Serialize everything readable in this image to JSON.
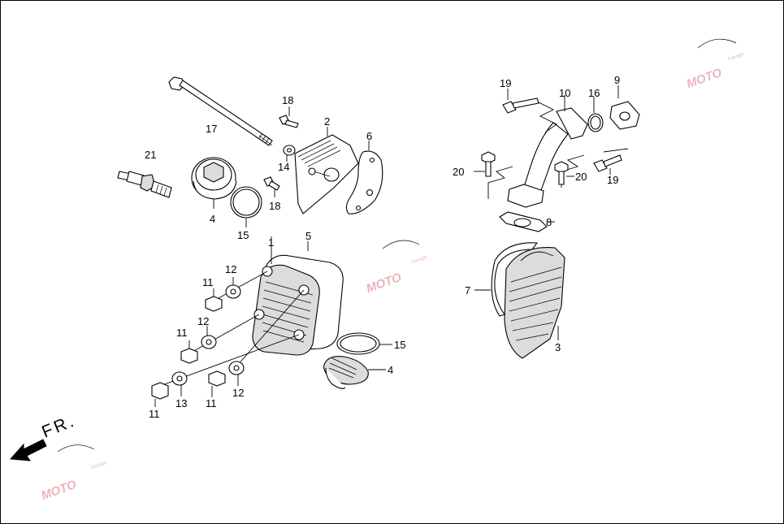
{
  "direction_label": "FR.",
  "callouts": {
    "c1": "1",
    "c2": "2",
    "c3": "3",
    "c4a": "4",
    "c4b": "4",
    "c5": "5",
    "c6": "6",
    "c7": "7",
    "c8": "8",
    "c9": "9",
    "c10": "10",
    "c11a": "11",
    "c11b": "11",
    "c11c": "11",
    "c11d": "11",
    "c12a": "12",
    "c12b": "12",
    "c12c": "12",
    "c13": "13",
    "c14": "14",
    "c15a": "15",
    "c15b": "15",
    "c16": "16",
    "c17": "17",
    "c18a": "18",
    "c18b": "18",
    "c19a": "19",
    "c19b": "19",
    "c20a": "20",
    "c20b": "20",
    "c21": "21"
  },
  "watermark": {
    "text": "MOTO",
    "subtext": "Garage",
    "color": "#e8a8b0"
  },
  "icons": {
    "direction": "direction-arrow-icon"
  }
}
